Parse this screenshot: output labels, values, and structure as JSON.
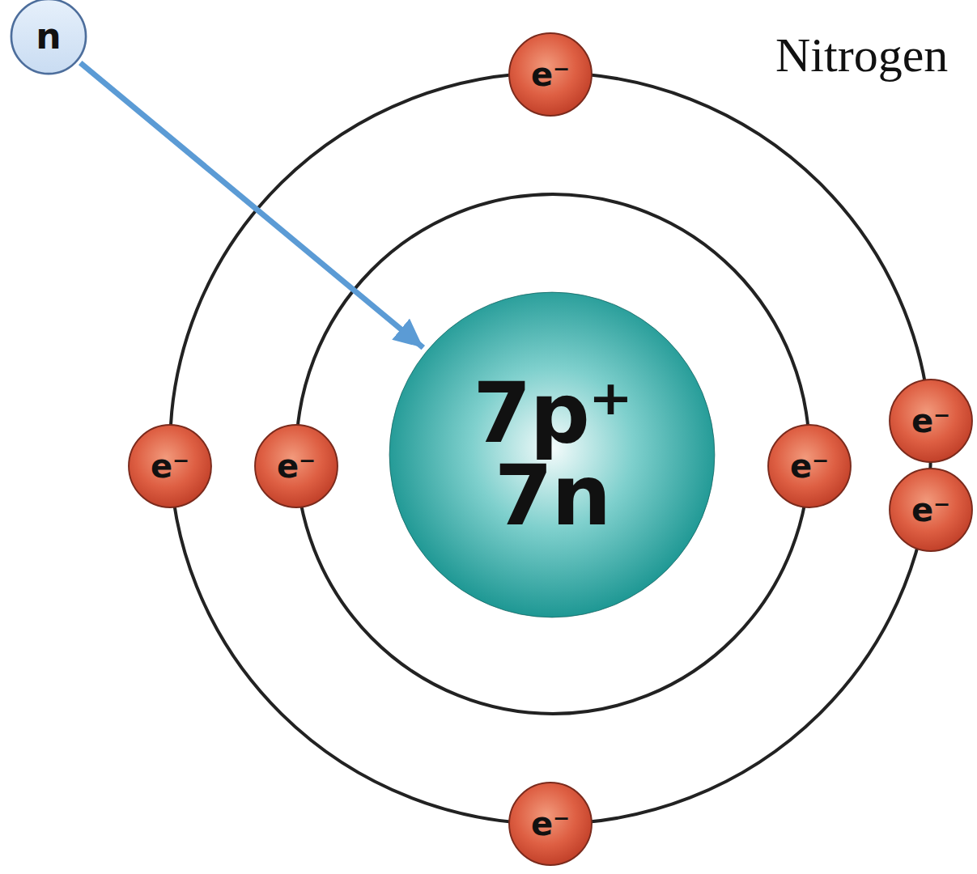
{
  "diagram": {
    "title": "Nitrogen",
    "nodes": [
      {
        "text": [
          "n"
        ]
      },
      {
        "text": [
          "e⁻"
        ]
      },
      {
        "text": [
          "e⁻"
        ]
      },
      {
        "text": [
          "e⁻"
        ]
      },
      {
        "text": [
          "e⁻"
        ]
      },
      {
        "text": [
          "7p⁺",
          "7n"
        ]
      },
      {
        "text": [
          "e⁻"
        ]
      },
      {
        "text": [
          "e⁻"
        ]
      },
      {
        "text": [
          "e⁻"
        ]
      }
    ],
    "edges": [
      {
        "from": 0,
        "to": 5,
        "arrow": "to"
      }
    ]
  }
}
